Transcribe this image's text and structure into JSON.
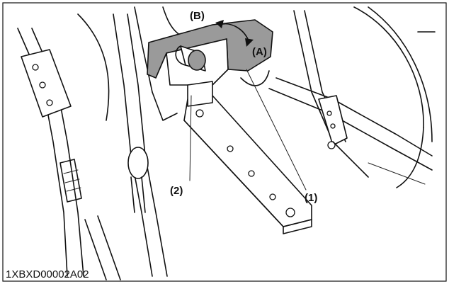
{
  "callouts": {
    "b": "(B)",
    "a": "(A)",
    "one": "(1)",
    "two": "(2)"
  },
  "figure_code": "1XBXD00002A02",
  "colors": {
    "ink": "#111111",
    "shade": "#9a9a9a",
    "paper": "#ffffff"
  }
}
